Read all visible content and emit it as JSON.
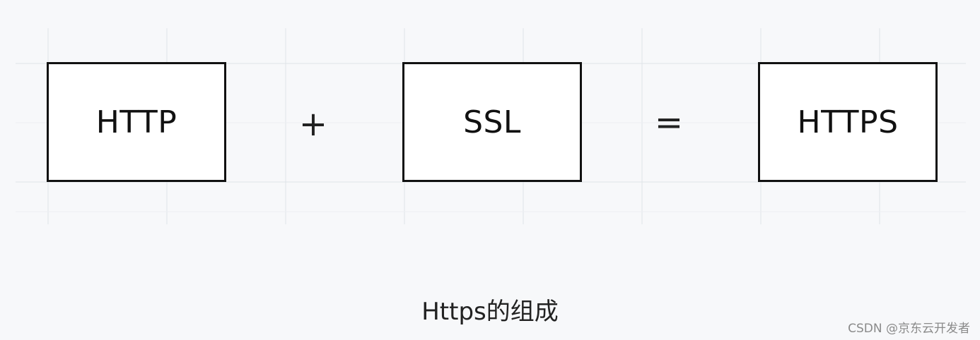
{
  "diagram": {
    "box_left": "HTTP",
    "operator_plus": "+",
    "box_middle": "SSL",
    "operator_equals": "=",
    "box_right": "HTTPS",
    "caption": "Https的组成"
  },
  "watermark": "CSDN @京东云开发者",
  "colors": {
    "background": "#f7f8fa",
    "grid": "#dfe3e8",
    "box_border": "#111111",
    "text": "#111111"
  }
}
